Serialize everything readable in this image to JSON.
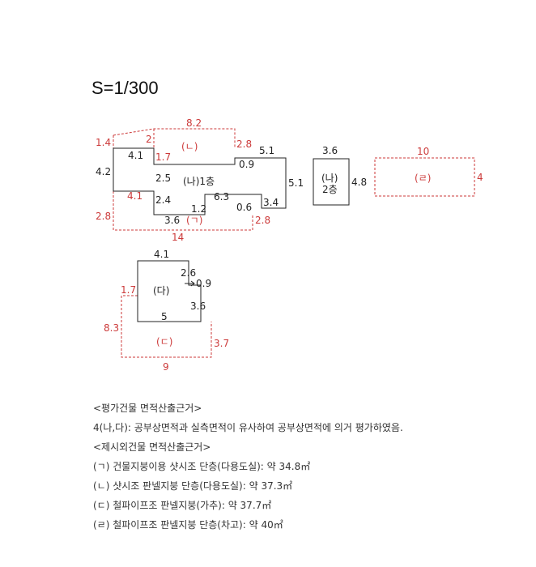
{
  "scale": "S=1/300",
  "labels": {
    "top_82": "8.2",
    "left_14": "1.4",
    "red_2": "2",
    "giyeok_bracket": "(ㄴ)",
    "red_28a": "2.8",
    "d_51a": "5.1",
    "d_41a": "4.1",
    "red_17a": "1.7",
    "d_09a": "0.9",
    "d_42": "4.2",
    "d_25": "2.5",
    "na_1f": "(나)1층",
    "d_51b": "5.1",
    "red_41": "4.1",
    "d_24": "2.4",
    "d_63": "6.3",
    "d_34": "3.4",
    "d_12": "1.2",
    "d_06": "0.6",
    "red_28b": "2.8",
    "d_36a": "3.6",
    "giyeok": "(ㄱ)",
    "red_28c": "2.8",
    "red_14": "14",
    "d_36b": "3.6",
    "na_2f_a": "(나)",
    "na_2f_b": "2층",
    "d_48": "4.8",
    "red_10": "10",
    "rieul": "(ㄹ)",
    "red_4": "4",
    "d_41b": "4.1",
    "d_26": "2.6",
    "d_09b": "0.9",
    "red_17b": "1.7",
    "da": "(다)",
    "d_36c": "3.6",
    "d_5": "5",
    "red_83": "8.3",
    "digeut": "(ㄷ)",
    "red_37": "3.7",
    "red_9": "9"
  },
  "notes": [
    "<평가건물 면적산출근거>",
    "4(나,다): 공부상면적과 실측면적이 유사하여 공부상면적에 의거 평가하였음.",
    "<제시외건물 면적산출근거>",
    "(ㄱ) 건물지붕이용 샷시조 단층(다용도실): 약 34.8㎡",
    "(ㄴ) 샷시조 판넬지붕 단층(다용도실): 약 37.3㎡",
    "(ㄷ) 철파이프조 판넬지붕(가추): 약 37.7㎡",
    "(ㄹ) 철파이프조 판넬지붕 단층(차고): 약 40㎡"
  ],
  "colors": {
    "outline": "#222222",
    "annex": "#cc3a3a"
  }
}
